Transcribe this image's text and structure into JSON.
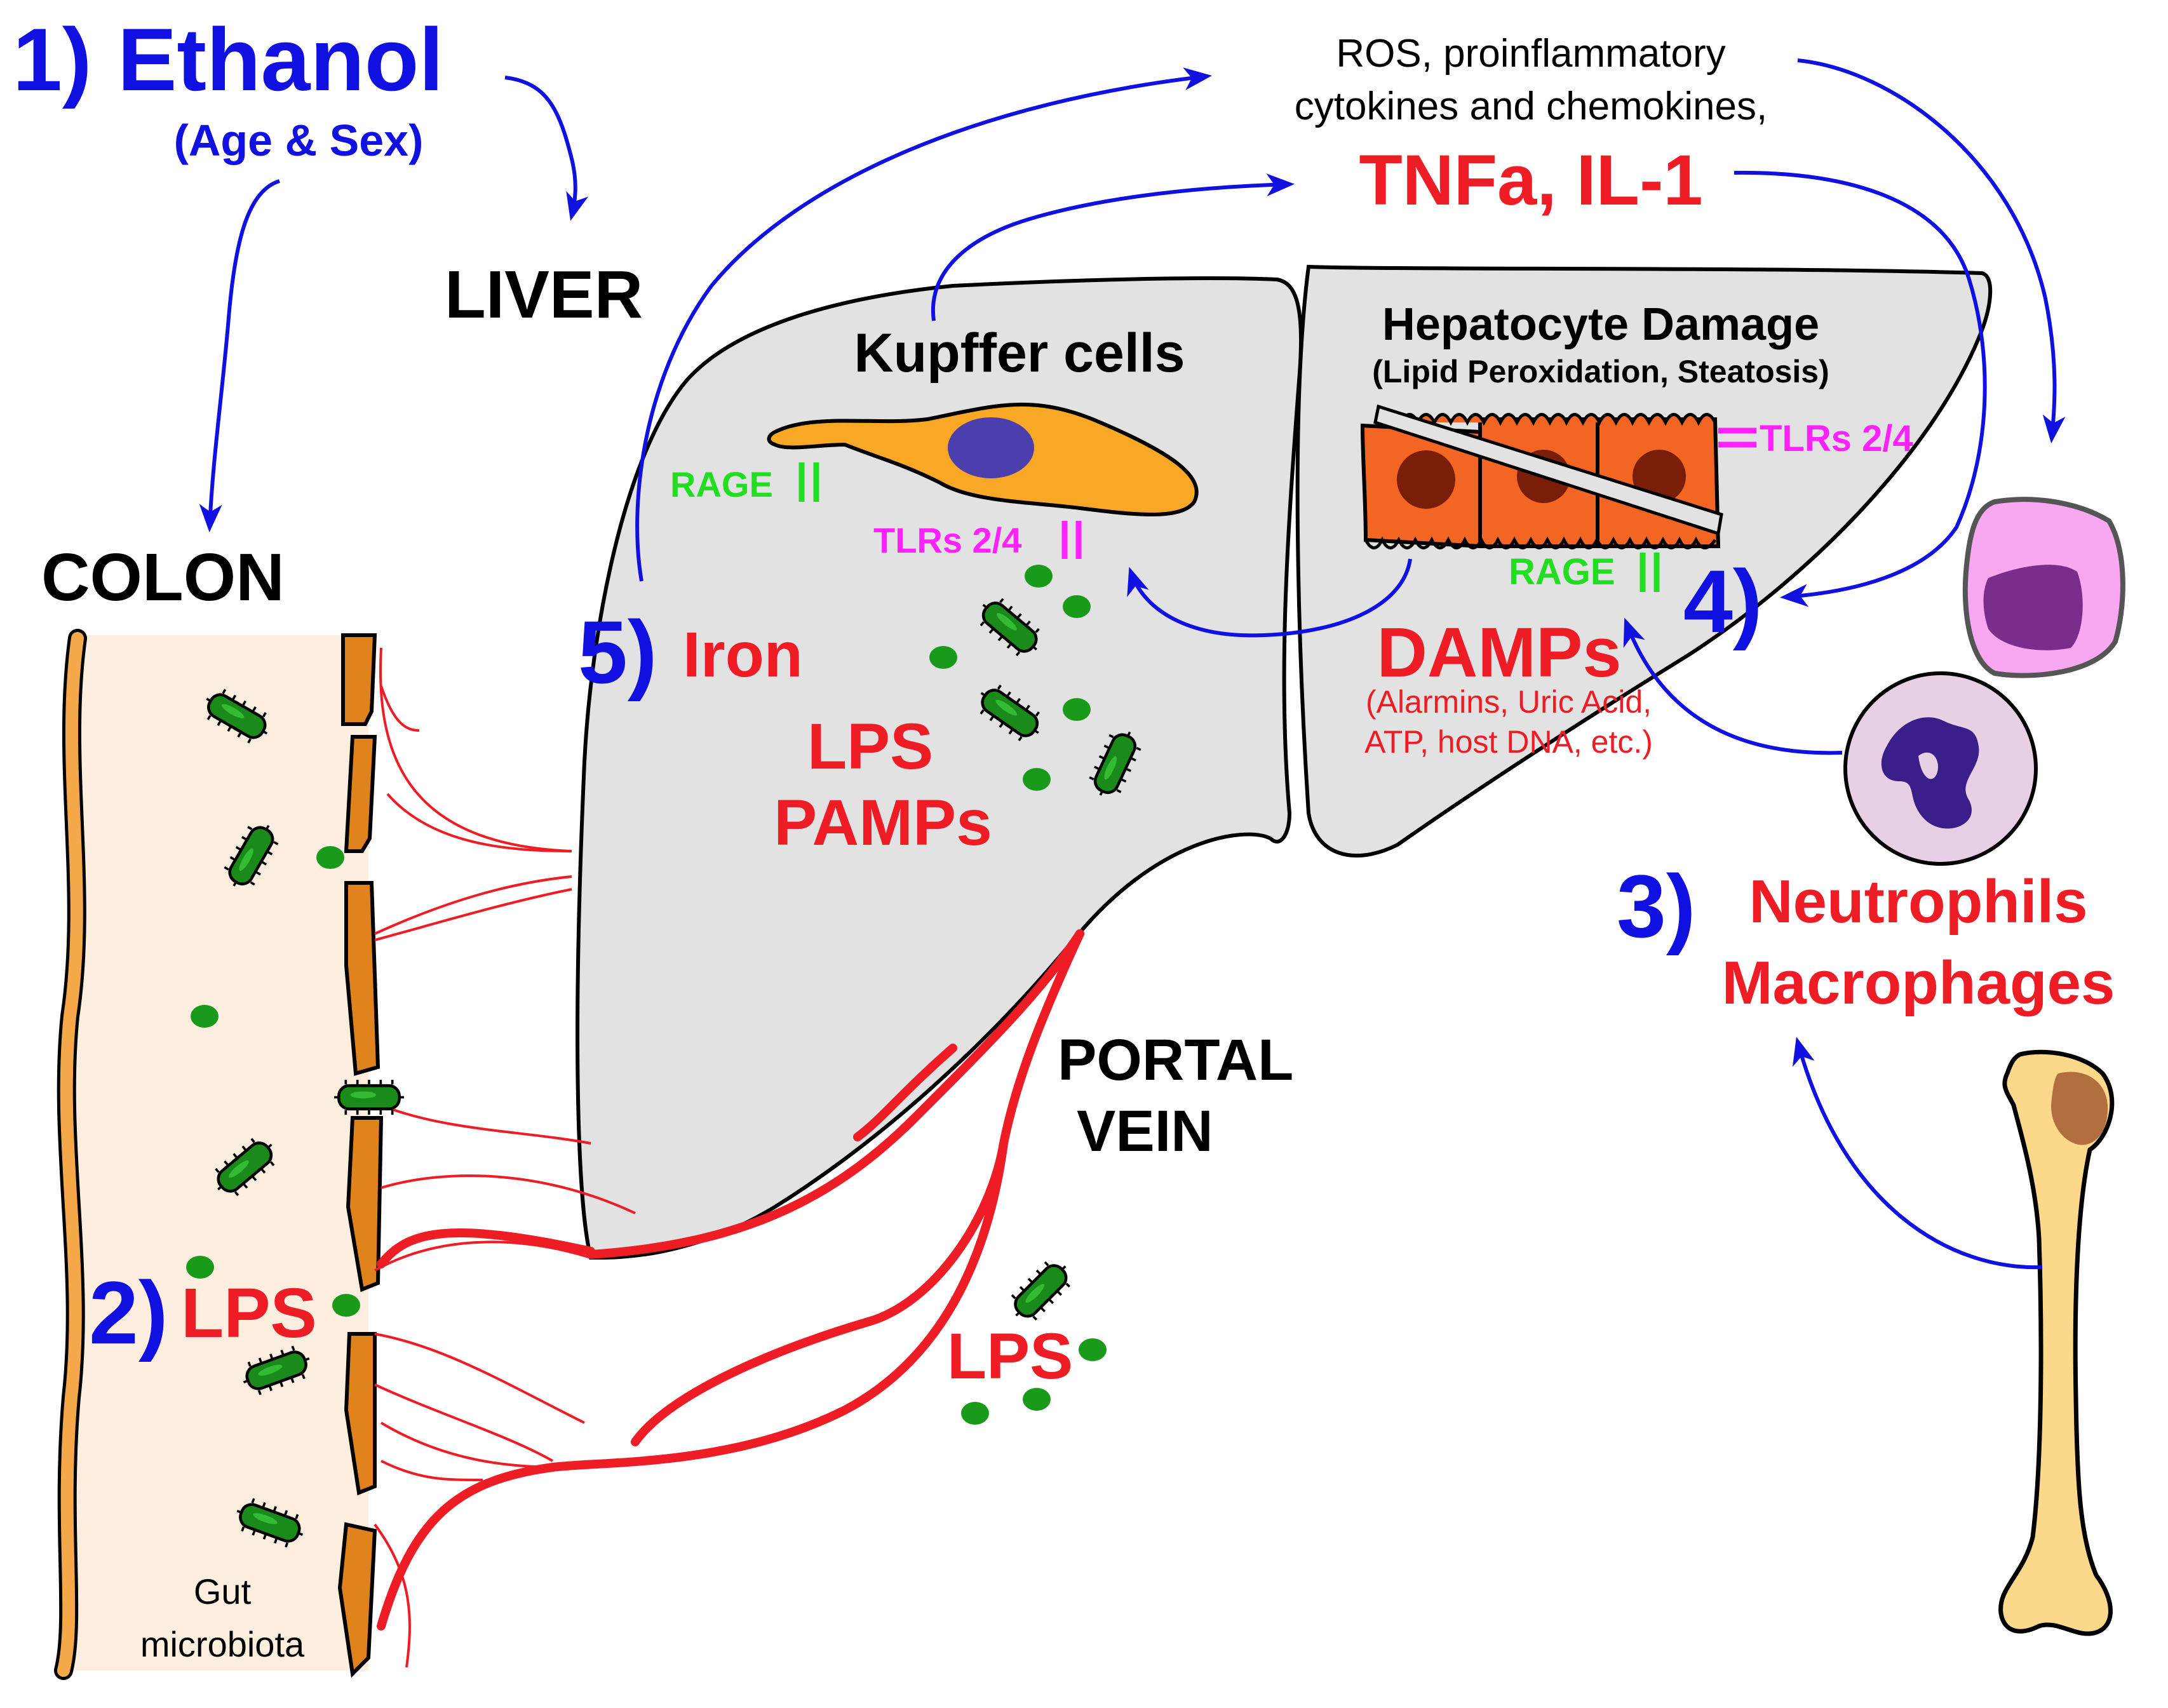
{
  "labels": {
    "step1_num": "1)",
    "step1_title": "Ethanol",
    "step1_sub": "(Age & Sex)",
    "liver": "LIVER",
    "colon": "COLON",
    "ros_line1": "ROS, proinflammatory",
    "ros_line2": "cytokines and chemokines,",
    "tnfa": "TNFa, IL-1",
    "kupffer": "Kupffer cells",
    "hepato_title": "Hepatocyte Damage",
    "hepato_sub": "(Lipid Peroxidation, Steatosis)",
    "tlrs_hep": "TLRs 2/4",
    "tlrs_kup": "TLRs 2/4",
    "rage_kup": "RAGE",
    "rage_hep": "RAGE",
    "step4_num": "4)",
    "step5_num": "5)",
    "iron": "Iron",
    "damps": "DAMPs",
    "damps_sub1": "(Alarmins, Uric Acid,",
    "damps_sub2": "ATP, host DNA, etc.)",
    "lps_liver": "LPS",
    "pamps": "PAMPs",
    "portal1": "PORTAL",
    "portal2": "VEIN",
    "step3_num": "3)",
    "neutrophils": "Neutrophils",
    "macrophages": "Macrophages",
    "step2_num": "2)",
    "lps_colon": "LPS",
    "lps_vein": "LPS",
    "gut1": "Gut",
    "gut2": "microbiota"
  },
  "colors": {
    "blue": "#1010e0",
    "red": "#ee1c24",
    "magenta": "#ff22ff",
    "green": "#22dd22",
    "black": "#000000",
    "liver_fill": "#e2e2e2",
    "kupffer_fill": "#f9a825",
    "hepatocyte_fill": "#f26522",
    "colon_fill": "#fdeee0",
    "bone_fill": "#fcd98a"
  }
}
